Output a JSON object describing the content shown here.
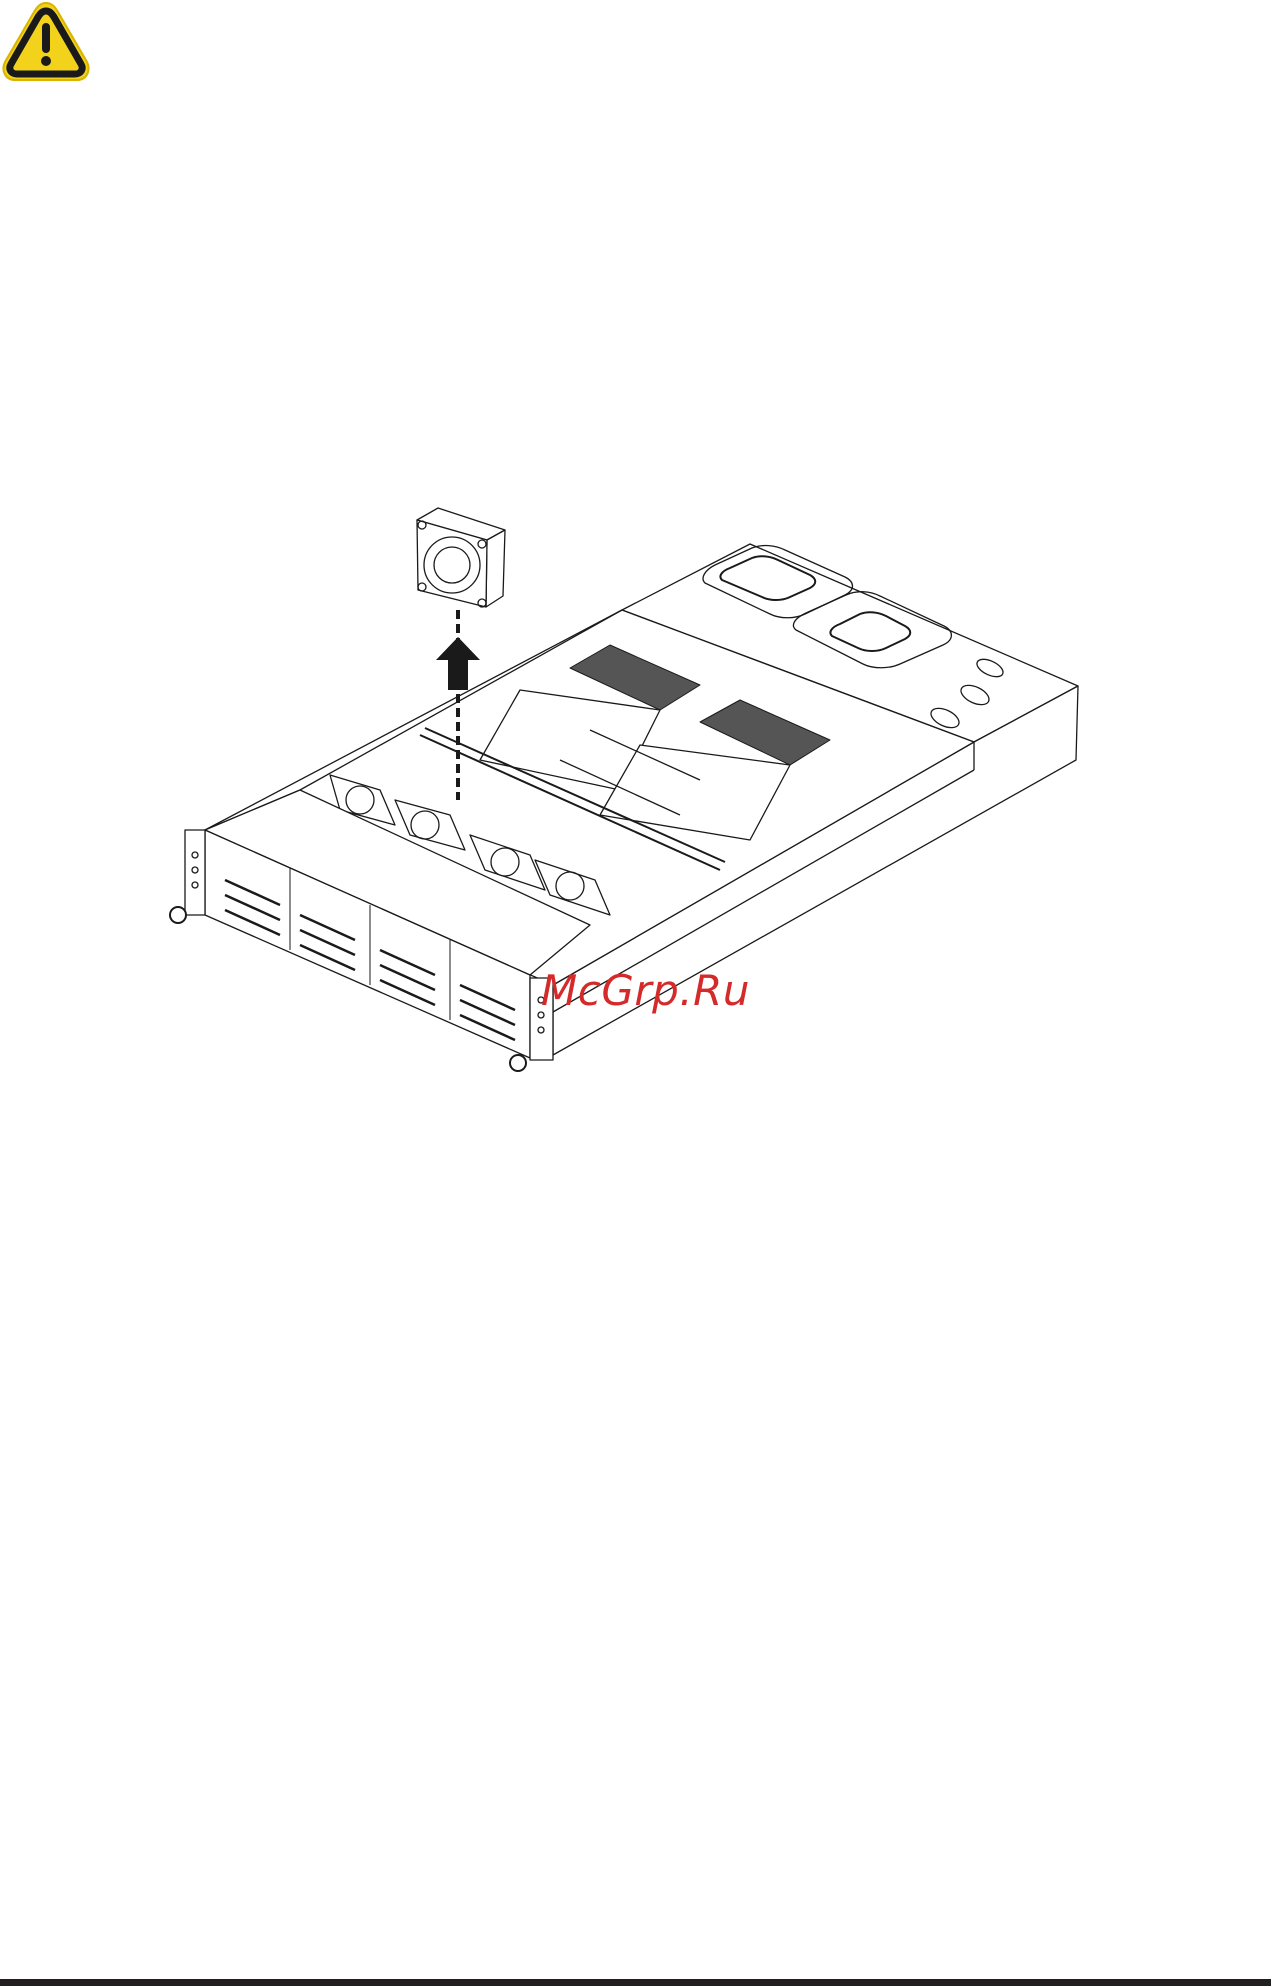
{
  "page": {
    "background": "#ffffff",
    "warning_icon": {
      "name": "warning-triangle-icon",
      "fill": "#f2d21b",
      "stroke": "#1a1a1a",
      "symbol": "!"
    },
    "figure": {
      "subject": "server chassis fan removal",
      "arrow_direction": "up",
      "fan_count_installed": 4,
      "heatsink_count": 2
    },
    "watermark": {
      "text": "McGrp.Ru",
      "color": "#d42a2a"
    },
    "bottom_rule": {
      "color": "#231f20"
    }
  }
}
